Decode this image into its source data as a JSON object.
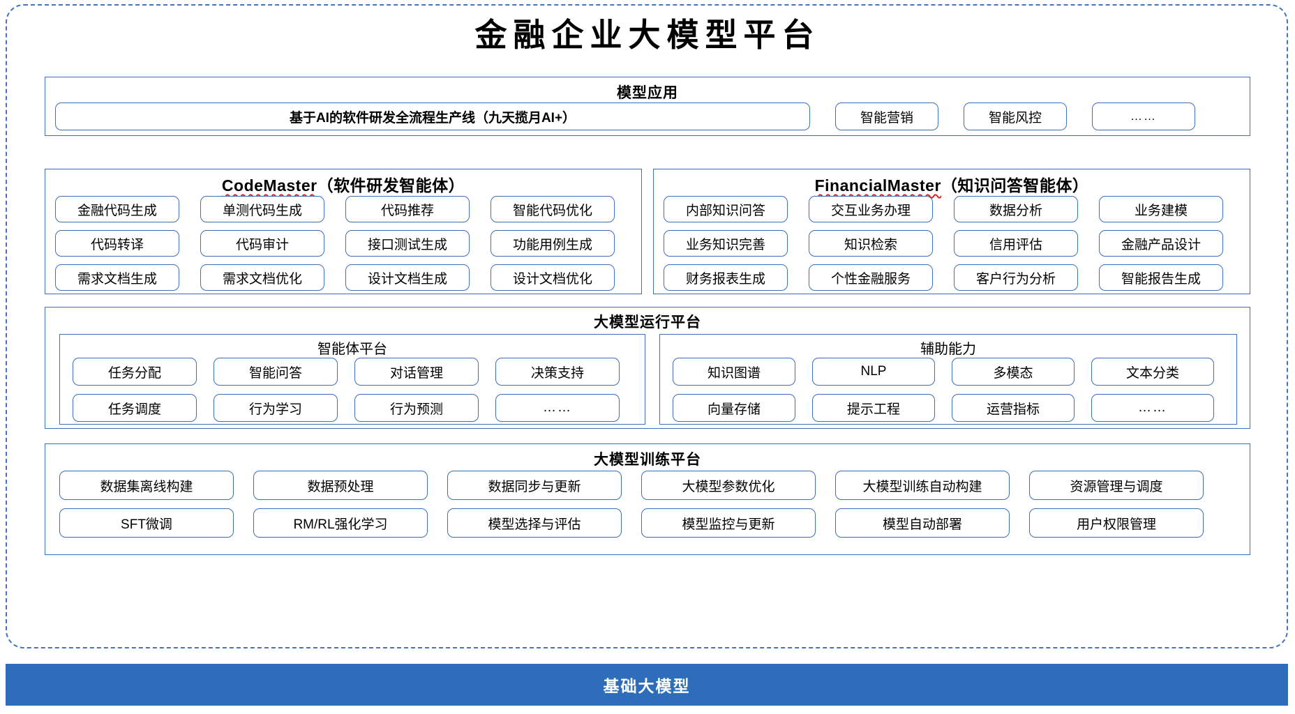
{
  "page": {
    "title": "金融企业大模型平台",
    "accent_blue": "#3C6FB5",
    "footer_blue": "#2E6DBA",
    "frame_blue": "#4472C4",
    "spellcheck_red": "#E02020"
  },
  "application_layer": {
    "title": "模型应用",
    "items": [
      "基于AI的软件研发全流程生产线（九天揽月AI+）",
      "智能营销",
      "智能风控",
      "……"
    ]
  },
  "agents": [
    {
      "name": "CodeMaster",
      "suffix": "（软件研发智能体）",
      "spellcheck_underline": true,
      "items": [
        "金融代码生成",
        "单测代码生成",
        "代码推荐",
        "智能代码优化",
        "代码转译",
        "代码审计",
        "接口测试生成",
        "功能用例生成",
        "需求文档生成",
        "需求文档优化",
        "设计文档生成",
        "设计文档优化"
      ]
    },
    {
      "name": "FinancialMaster",
      "suffix": "（知识问答智能体）",
      "spellcheck_underline": true,
      "items": [
        "内部知识问答",
        "交互业务办理",
        "数据分析",
        "业务建模",
        "业务知识完善",
        "知识检索",
        "信用评估",
        "金融产品设计",
        "财务报表生成",
        "个性金融服务",
        "客户行为分析",
        "智能报告生成"
      ]
    }
  ],
  "runtime_layer": {
    "title": "大模型运行平台",
    "groups": [
      {
        "title": "智能体平台",
        "items": [
          "任务分配",
          "智能问答",
          "对话管理",
          "决策支持",
          "任务调度",
          "行为学习",
          "行为预测",
          "……"
        ]
      },
      {
        "title": "辅助能力",
        "items": [
          "知识图谱",
          "NLP",
          "多模态",
          "文本分类",
          "向量存储",
          "提示工程",
          "运营指标",
          "……"
        ]
      }
    ]
  },
  "training_layer": {
    "title": "大模型训练平台",
    "items": [
      "数据集离线构建",
      "数据预处理",
      "数据同步与更新",
      "大模型参数优化",
      "大模型训练自动构建",
      "资源管理与调度",
      "SFT微调",
      "RM/RL强化学习",
      "模型选择与评估",
      "模型监控与更新",
      "模型自动部署",
      "用户权限管理"
    ]
  },
  "footer": {
    "label": "基础大模型"
  }
}
